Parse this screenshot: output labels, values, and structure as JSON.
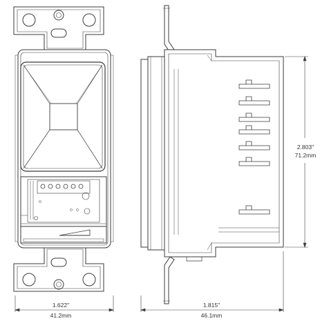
{
  "dimensions": {
    "front_width_in": "1.622\"",
    "front_width_mm": "41.2mm",
    "side_depth_in": "1.815\"",
    "side_depth_mm": "46.1mm",
    "side_height_in": "2.803\"",
    "side_height_mm": "71.2mm"
  },
  "colors": {
    "line": "#3a3a3a",
    "fill": "#ffffff",
    "background": "#ffffff"
  }
}
